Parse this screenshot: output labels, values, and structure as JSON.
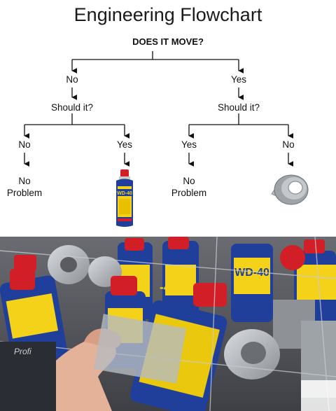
{
  "diagram": {
    "title": "Engineering Flowchart",
    "question": "DOES IT MOVE?",
    "left_branch": {
      "label": "No",
      "question": "Should it?",
      "left": {
        "label": "No",
        "result": "No\nProblem"
      },
      "right": {
        "label": "Yes",
        "result_icon": "wd40-can-icon"
      }
    },
    "right_branch": {
      "label": "Yes",
      "question": "Should it?",
      "left": {
        "label": "Yes",
        "result": "No\nProblem"
      },
      "right": {
        "label": "No",
        "result_icon": "duct-tape-icon"
      }
    }
  },
  "photo": {
    "subject": "shopping cart filled with WD-40 cans and rolls of duct tape",
    "can_label_text": "WD-40"
  },
  "colors": {
    "line": "#111111",
    "wd40_blue": "#1f3f9a",
    "wd40_yellow": "#f4d21a",
    "wd40_red": "#d21f27",
    "tape_silver": "#a9adb2"
  }
}
